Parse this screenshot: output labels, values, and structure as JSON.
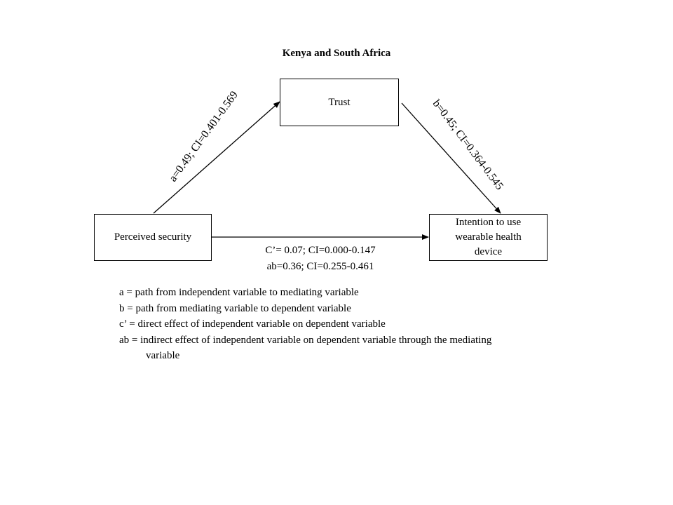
{
  "title": "Kenya and South Africa",
  "nodes": {
    "mediator": "Trust",
    "independent": "Perceived security",
    "dependent_lines": [
      "Intention to use",
      "wearable health",
      "device"
    ]
  },
  "paths": {
    "a": "a=0.49; CI=0.401-0.569",
    "b": "b=0.45; CI=0.364-0.545",
    "c_prime": "C’= 0.07; CI=0.000-0.147",
    "ab": "ab=0.36; CI=0.255-0.461"
  },
  "legend": [
    {
      "key": "a = ",
      "definition": "path from independent variable  to mediating  variable"
    },
    {
      "key": "b = ",
      "definition": "path from mediating  variable  to dependent variable"
    },
    {
      "key": "c’ = ",
      "definition": "direct effect of independent variable  on dependent variable"
    },
    {
      "key": "ab = ",
      "definition": "indirect effect of independent variable  on dependent variable  through the mediating"
    }
  ],
  "legend_continuation": "variable"
}
